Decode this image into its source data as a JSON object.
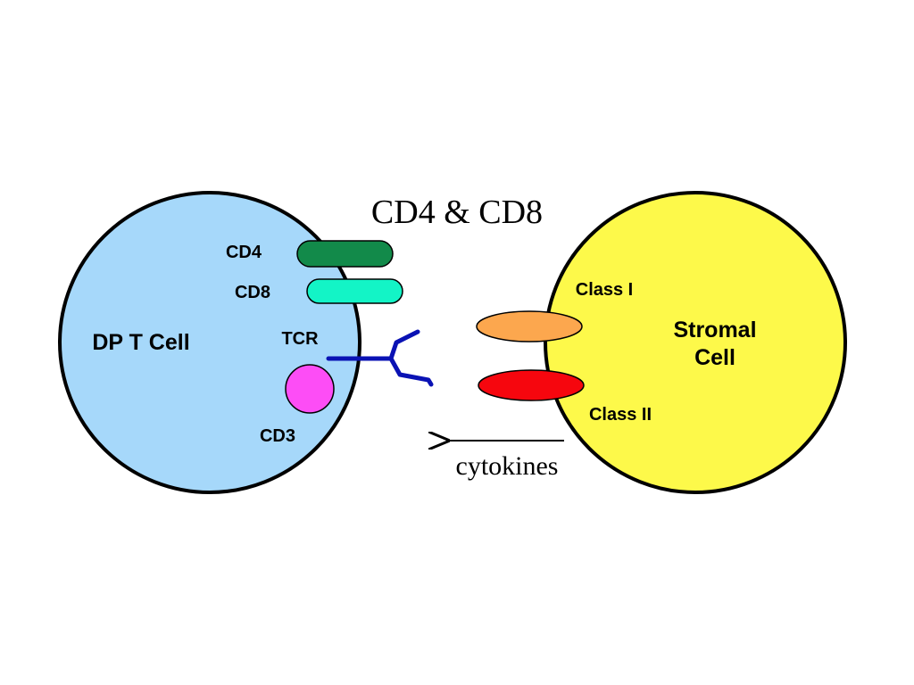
{
  "title": "CD4 & CD8",
  "colors": {
    "t_cell_fill": "#a6d8fa",
    "stromal_fill": "#fdf94a",
    "cd4": "#128a4a",
    "cd8": "#13f4c6",
    "cd3": "#fd4df6",
    "tcr": "#0a12b4",
    "class1": "#fca74e",
    "class2": "#f6060e",
    "outline": "#000000"
  },
  "t_cell": {
    "label": "DP T Cell",
    "molecules": {
      "cd4_label": "CD4",
      "cd8_label": "CD8",
      "tcr_label": "TCR",
      "cd3_label": "CD3"
    }
  },
  "stromal_cell": {
    "label_line1": "Stromal",
    "label_line2": "Cell",
    "molecules": {
      "class1_label": "Class I",
      "class2_label": "Class II"
    }
  },
  "cytokines_label": "cytokines",
  "icons": {
    "tcr": "y-shaped-receptor-icon",
    "arrow": "left-arrow-icon"
  }
}
